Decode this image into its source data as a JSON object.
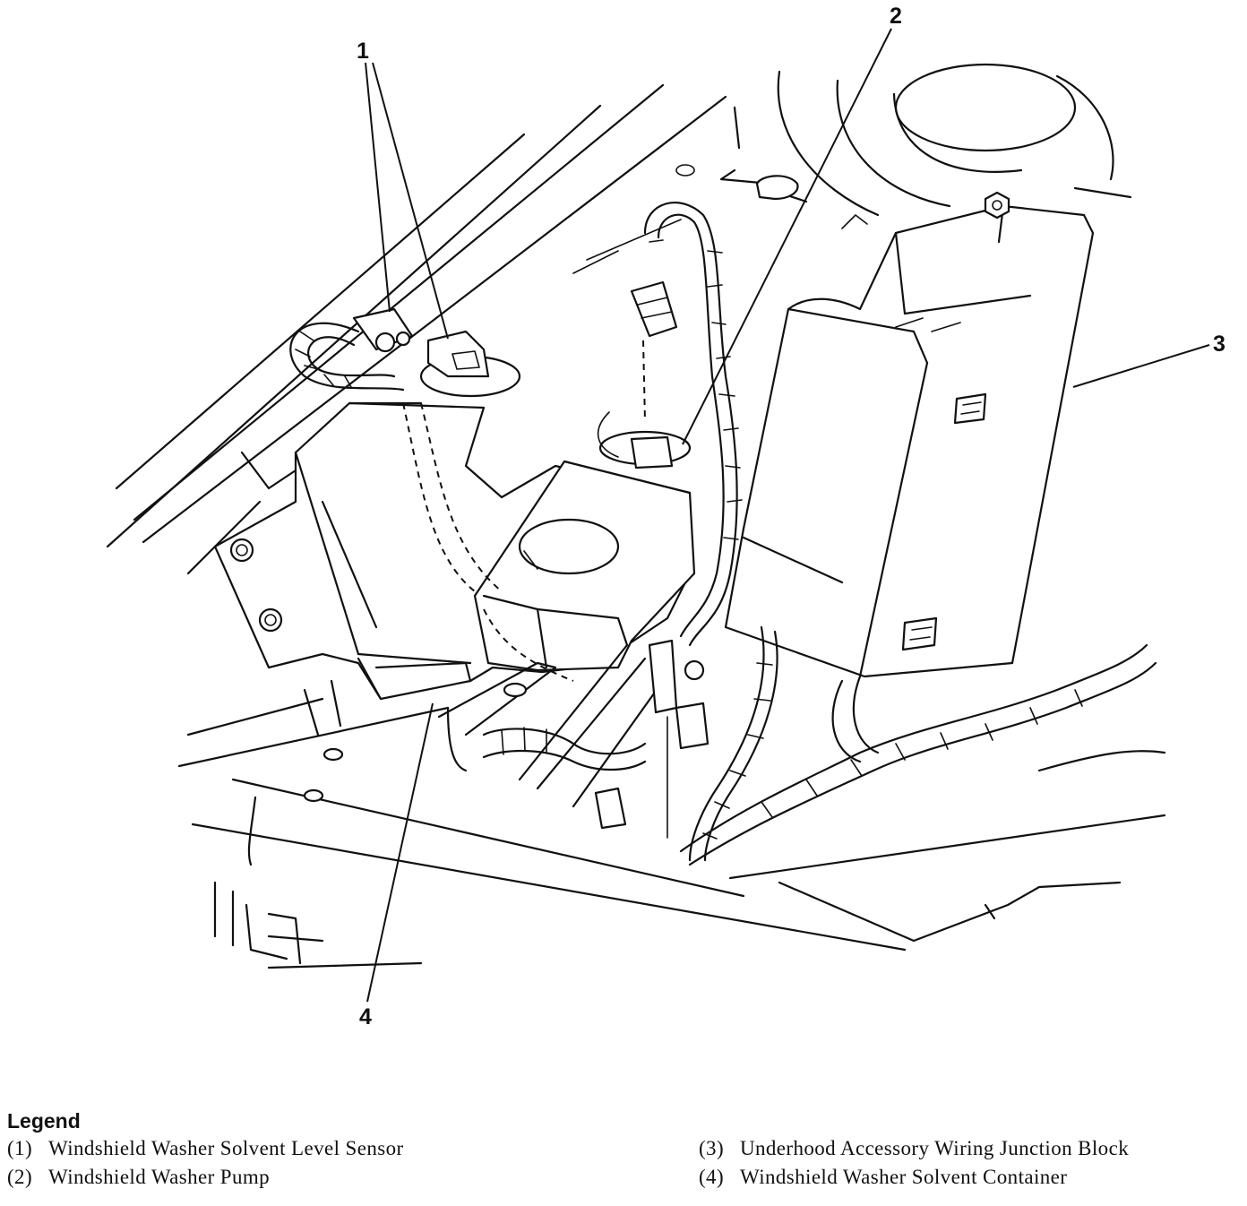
{
  "callouts": [
    {
      "number": "1"
    },
    {
      "number": "2"
    },
    {
      "number": "3"
    },
    {
      "number": "4"
    }
  ],
  "legend": {
    "title": "Legend",
    "items": [
      {
        "number": "(1)",
        "label": "Windshield Washer Solvent Level Sensor"
      },
      {
        "number": "(3)",
        "label": "Underhood Accessory Wiring Junction Block"
      },
      {
        "number": "(2)",
        "label": "Windshield Washer Pump"
      },
      {
        "number": "(4)",
        "label": "Windshield Washer Solvent Container"
      }
    ]
  }
}
